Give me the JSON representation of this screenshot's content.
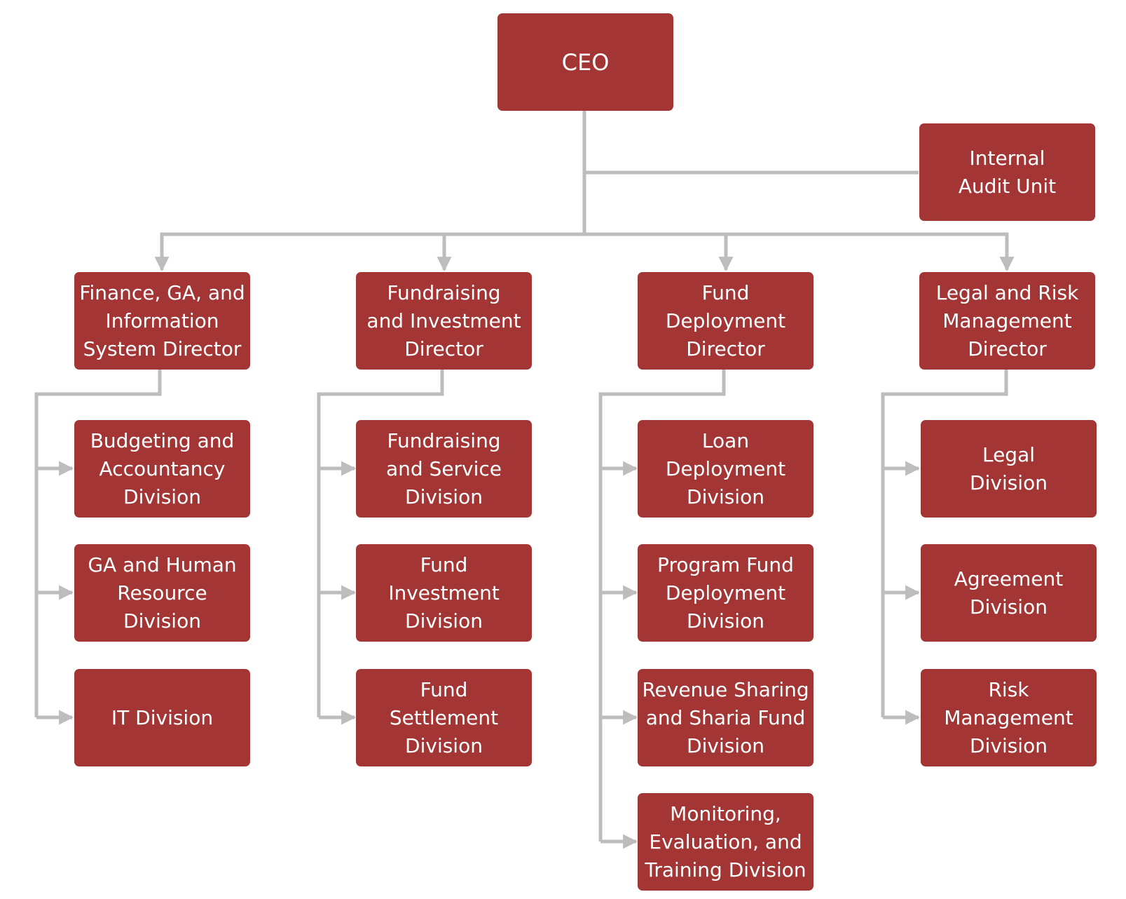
{
  "colors": {
    "box_fill": "#a33535",
    "box_text": "#ffffff",
    "connector": "#bdbdbd"
  },
  "ceo": {
    "label": "CEO"
  },
  "internal_audit": {
    "label": "Internal Audit Unit"
  },
  "directors": [
    {
      "label": "Finance, GA, and Information System Director",
      "divisions": [
        "Budgeting and Accountancy Division",
        "GA and Human Resource Division",
        "IT Division"
      ]
    },
    {
      "label": "Fundraising and Investment Director",
      "divisions": [
        "Fundraising and Service Division",
        "Fund Investment Division",
        "Fund Settlement Division"
      ]
    },
    {
      "label": "Fund Deployment Director",
      "divisions": [
        "Loan Deployment Division",
        "Program Fund Deployment Division",
        "Revenue Sharing and Sharia Fund Division",
        "Monitoring, Evaluation, and Training Division"
      ]
    },
    {
      "label": "Legal and Risk Management Director",
      "divisions": [
        "Legal Division",
        "Agreement Division",
        "Risk Management Division"
      ]
    }
  ]
}
